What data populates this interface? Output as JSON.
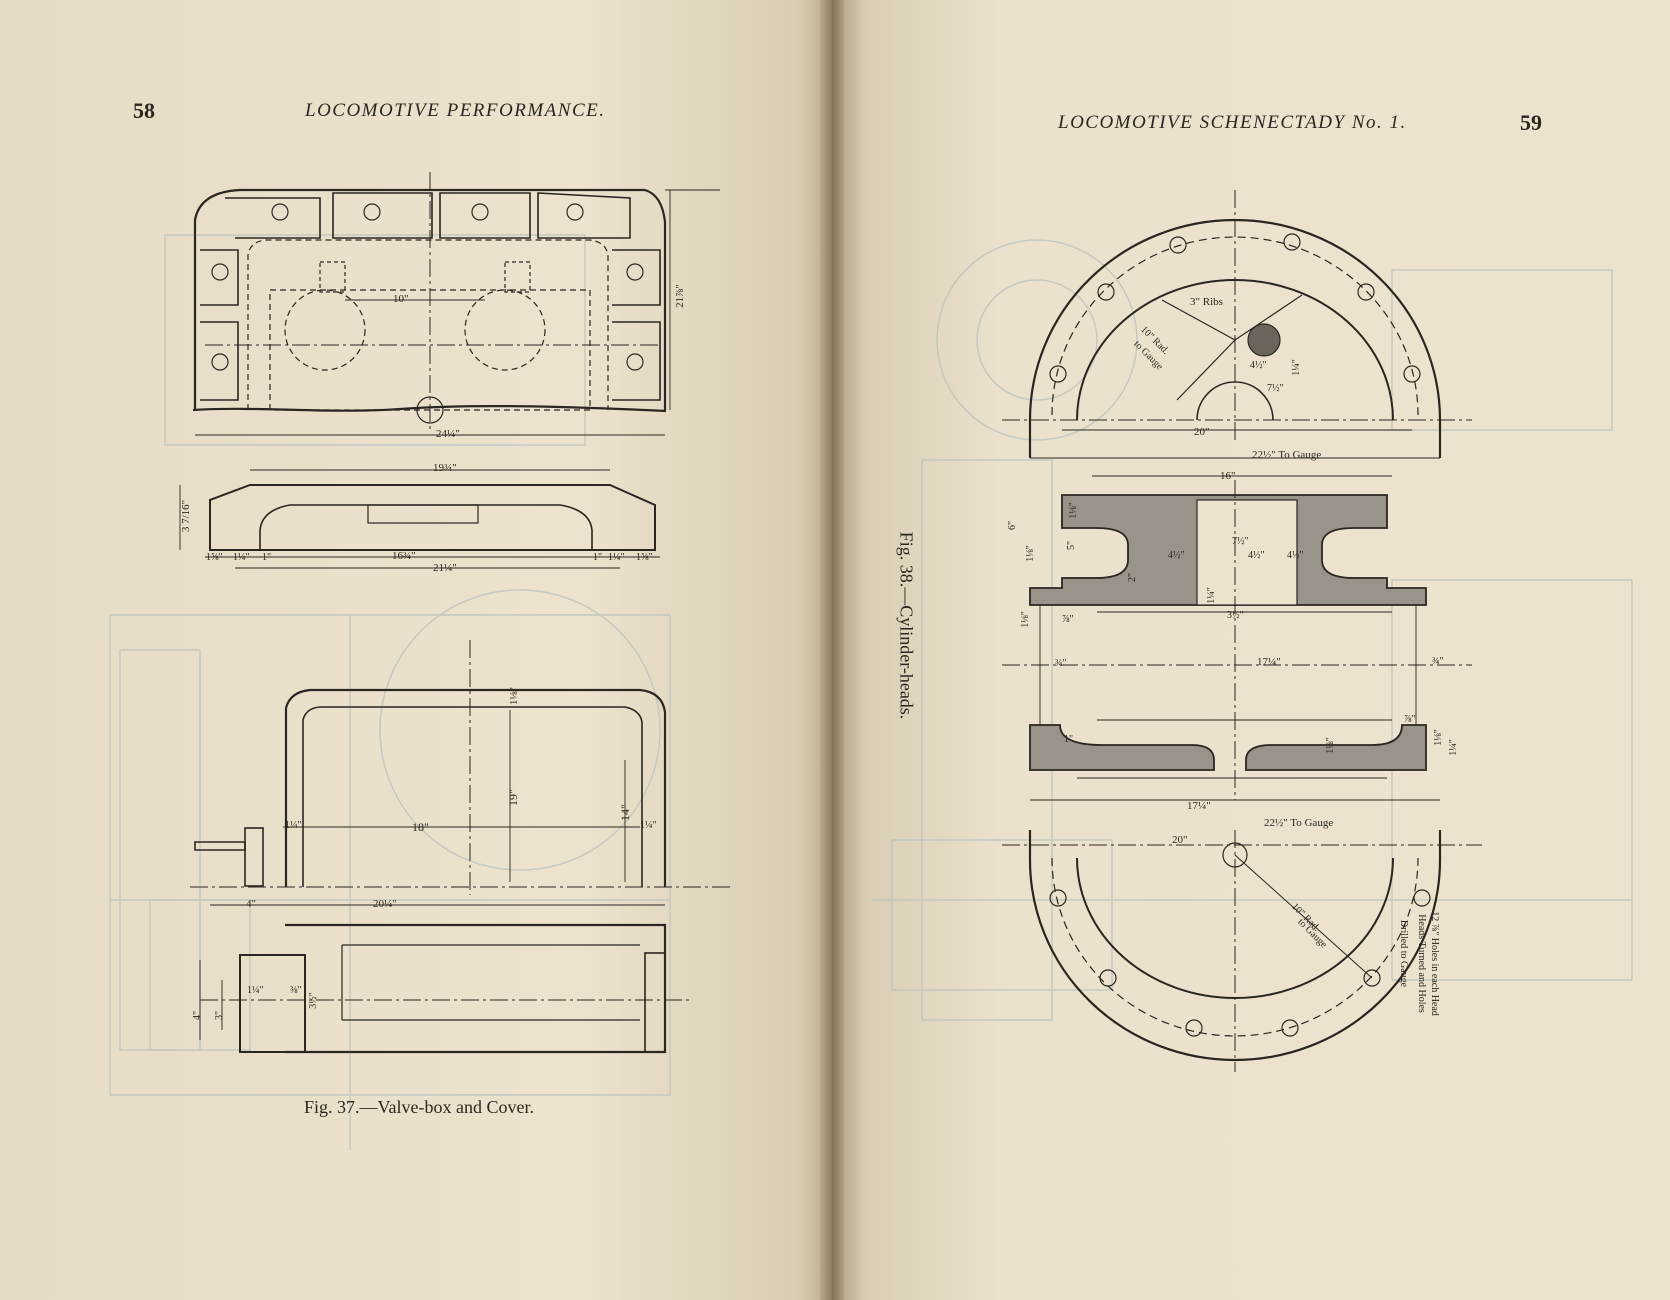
{
  "left_page": {
    "page_number": "58",
    "running_head": "LOCOMOTIVE PERFORMANCE.",
    "figure": {
      "caption": "Fig. 37.—Valve-box and Cover.",
      "dims": {
        "d10": "10\"",
        "d21_7_8": "21⅞\"",
        "d24_1_4": "24¼\"",
        "d19_3_4": "19¾\"",
        "d3_7_16": "3 7/16\"",
        "b1_5_8a": "1⅝\"",
        "b1_1_4a": "1¼\"",
        "b1a": "1\"",
        "d16_3_4": "16¾\"",
        "b1b": "1\"",
        "b1_1_4b": "1¼\"",
        "b1_5_8b": "1⅝\"",
        "d21_1_4": "21¼\"",
        "d1_1_8": "1⅛\"",
        "d19": "19\"",
        "d14": "14\"",
        "d1_1_4a": "1¼\"",
        "d18": "18\"",
        "d1_1_4b": "1¼\"",
        "d4a": "4\"",
        "d20_1_4": "20¼\"",
        "d1_1_4c": "1¼\"",
        "d3_8": "⅜\"",
        "d3_1_2": "3½\"",
        "d3": "3\"",
        "d4b": "4\""
      }
    }
  },
  "right_page": {
    "page_number": "59",
    "running_head": "LOCOMOTIVE SCHENECTADY No. 1.",
    "figure": {
      "caption": "Fig. 38.—Cylinder-heads.",
      "dims": {
        "ribs": "3\" Ribs",
        "rad_top": "10\" Rad.",
        "rad_top_2": "to Gauge",
        "t4_1_2": "4½\"",
        "t1_1_4": "1¼\"",
        "t7_1_2": "7½\"",
        "t20": "20\"",
        "t22_1_2": "22½\"  To Gauge",
        "d16": "16\"",
        "d1_1_8": "1⅛\"",
        "d6": "6\"",
        "d1_1_8b": "1⅛\"",
        "d5": "5\"",
        "d7_1_2": "7½\"",
        "d4_1_2a": "4½\"",
        "d4_1_2b": "4½\"",
        "d4_1_2c": "4½\"",
        "d2": "2\"",
        "d1_1_4": "1¼\"",
        "d3_1_2": "3½\"",
        "d7_8a": "⅞\"",
        "d1_1_8c": "1⅛\"",
        "d3_4a": "¾\"",
        "d17_1_4a": "17¼\"",
        "d3_4b": "¾\"",
        "d7_8b": "⅞\"",
        "d1a": "1\"",
        "d1_1_8d": "1⅛\"",
        "d1_1_8e": "1⅛\"",
        "d1_1_4b": "1¼\"",
        "d17_1_4b": "17¼\"",
        "b22_1_2": "22½\"  To Gauge",
        "b20": "20\"",
        "rad_bot": "10\" Rad.",
        "rad_bot_2": "to Gauge",
        "note1": "12 ⅞\" Holes in each Head",
        "note2": "Heads Turned and Holes",
        "note3": "Drilled to Gauge"
      }
    }
  },
  "colors": {
    "paper": "#ece3cf",
    "ink": "#2a2620",
    "ghost": "#b9c0bb"
  }
}
